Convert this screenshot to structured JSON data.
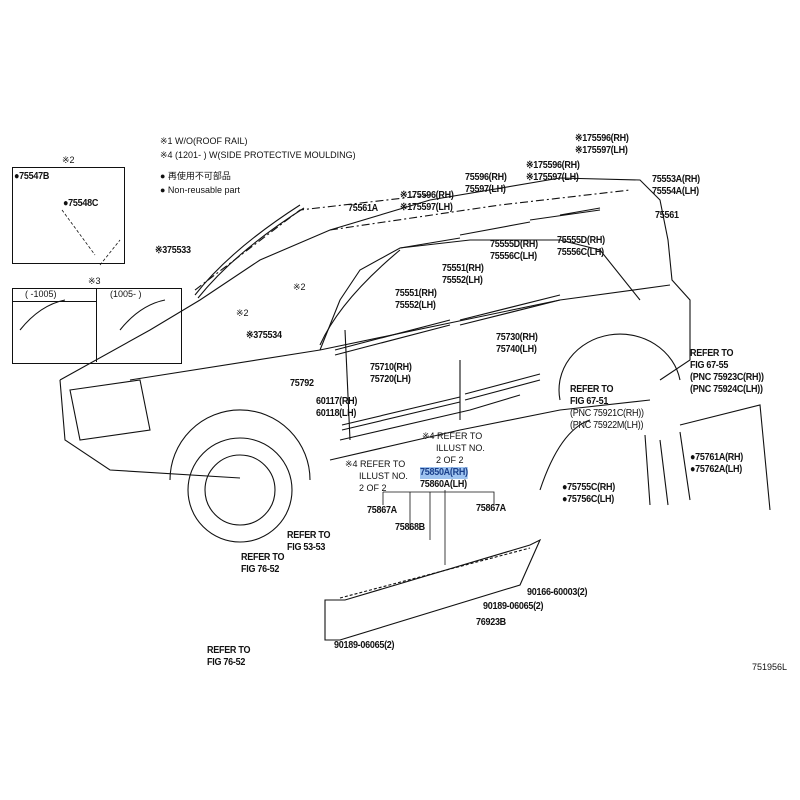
{
  "notes": {
    "n1": "※1 W/O(ROOF RAIL)",
    "n4": "※4 (1201-      ) W(SIDE PROTECTIVE MOULDING)",
    "legend_jp": "● 再使用不可部品",
    "legend_en": "● Non-reusable part"
  },
  "inset2": {
    "title": "※2",
    "p1": "●75547B",
    "p2": "●75548C"
  },
  "inset3": {
    "title": "※3",
    "col1": "(     -1005)",
    "col2": "(1005-     )"
  },
  "labels": {
    "l75561A": "75561A",
    "l75533": "※375533",
    "l2a": "※2",
    "l2b": "※2",
    "l75534": "※375534",
    "l75792": "75792",
    "l60117": "60117(RH)",
    "l60118": "60118(LH)",
    "l75710": "75710(RH)",
    "l75720": "75720(LH)",
    "l75551a": "75551(RH)",
    "l75552a": "75552(LH)",
    "l75551b": "75551(RH)",
    "l75552b": "75552(LH)",
    "r1a": "※175596(RH)",
    "r1b": "※175597(LH)",
    "r2a": "75596(RH)",
    "r2b": "75597(LH)",
    "r3a": "※175596(RH)",
    "r3b": "※175597(LH)",
    "r4a": "※175596(RH)",
    "r4b": "※175597(LH)",
    "l75553A": "75553A(RH)",
    "l75554A": "75554A(LH)",
    "l75561": "75561",
    "l75555Da": "75555D(RH)",
    "l75556Ca": "75556C(LH)",
    "l75555Db": "75555D(RH)",
    "l75556Cb": "75556C(LH)",
    "l75730": "75730(RH)",
    "l75740": "75740(LH)",
    "ref6755": [
      "REFER TO",
      "FIG 67-55",
      "(PNC 75923C(RH))",
      "(PNC 75924C(LH))"
    ],
    "ref6751": [
      "REFER TO",
      "FIG 67-51",
      "(PNC 75921C(RH))",
      "(PNC 75922M(LH))"
    ],
    "ill1": [
      "※4 REFER TO",
      "ILLUST NO.",
      "2 OF 2"
    ],
    "ill2": [
      "※4 REFER TO",
      "ILLUST NO.",
      "2 OF 2"
    ],
    "l75850A": "75850A(RH)",
    "l75860A": "75860A(LH)",
    "l75761A": "●75761A(RH)",
    "l75762A": "●75762A(LH)",
    "l75755C": "●75755C(RH)",
    "l75756C": "●75756C(LH)",
    "l75867Aa": "75867A",
    "l75867Ab": "75867A",
    "l75868B": "75868B",
    "ref5353": [
      "REFER TO",
      "FIG 53-53"
    ],
    "ref7652a": [
      "REFER TO",
      "FIG 76-52"
    ],
    "ref7652b": [
      "REFER TO",
      "FIG 76-52"
    ],
    "l90166": "90166-60003(2)",
    "l90189a": "90189-06065(2)",
    "l76923B": "76923B",
    "l90189b": "90189-06065(2)",
    "figno": "751956L"
  },
  "colors": {
    "highlight": "#9ec3f0",
    "ink": "#111111"
  }
}
